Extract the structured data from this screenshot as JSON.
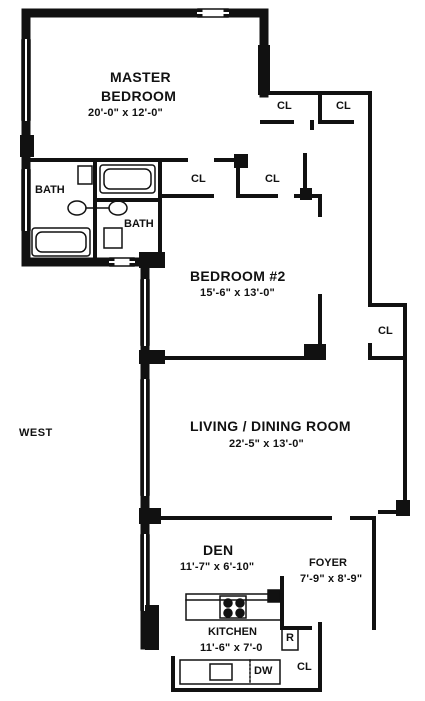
{
  "compass": {
    "west": "WEST"
  },
  "rooms": {
    "master_bedroom": {
      "line1": "MASTER",
      "line2": "BEDROOM",
      "size": "20'-0\" x 12'-0\""
    },
    "bedroom2": {
      "name": "BEDROOM #2",
      "size": "15'-6\" x 13'-0\""
    },
    "living_dining": {
      "name": "LIVING / DINING ROOM",
      "size": "22'-5\" x 13'-0\""
    },
    "den": {
      "name": "DEN",
      "size": "11'-7\" x 6'-10\""
    },
    "foyer": {
      "name": "FOYER",
      "size": "7'-9\" x 8'-9\""
    },
    "kitchen": {
      "name": "KITCHEN",
      "size": "11'-6\" x 7'-0"
    }
  },
  "fixtures": {
    "bath_master": "BATH",
    "bath_second": "BATH",
    "closet": "CL",
    "refrigerator": "R",
    "dishwasher": "DW"
  },
  "colors": {
    "wall": "#111111",
    "paper": "#ffffff"
  }
}
